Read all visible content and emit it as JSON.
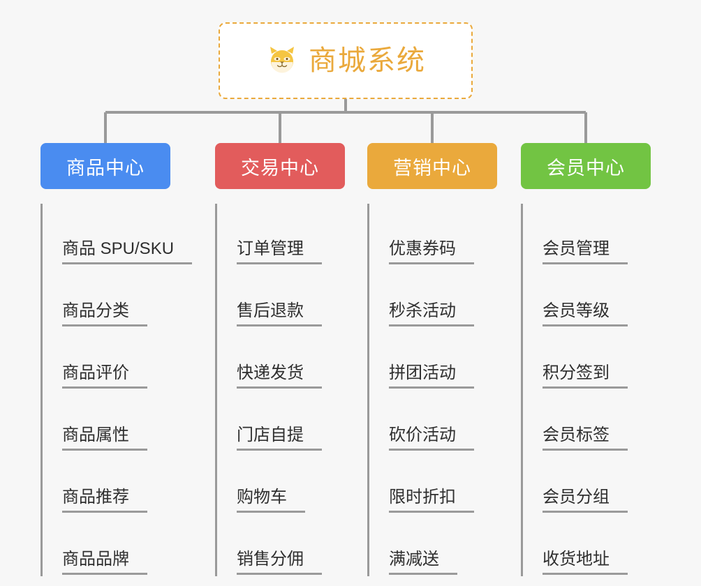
{
  "diagram": {
    "type": "org-chart",
    "background_color": "#f7f7f7",
    "root": {
      "icon": "shiba-dog-face-icon",
      "icon_glyph": "🐶",
      "title": "商城系统",
      "text_color": "#eaa93c",
      "border_color": "#eaa93c",
      "border_style": "dashed",
      "background_color": "#ffffff"
    },
    "connector_color": "#9a9a9a",
    "branches": [
      {
        "id": "product-center",
        "label": "商品中心",
        "color": "#4a8cf0",
        "items": [
          "商品 SPU/SKU",
          "商品分类",
          "商品评价",
          "商品属性",
          "商品推荐",
          "商品品牌"
        ]
      },
      {
        "id": "trade-center",
        "label": "交易中心",
        "color": "#e25c5c",
        "items": [
          "订单管理",
          "售后退款",
          "快递发货",
          "门店自提",
          "购物车",
          "销售分佣"
        ]
      },
      {
        "id": "marketing-center",
        "label": "营销中心",
        "color": "#eaa93c",
        "items": [
          "优惠券码",
          "秒杀活动",
          "拼团活动",
          "砍价活动",
          "限时折扣",
          "满减送"
        ]
      },
      {
        "id": "member-center",
        "label": "会员中心",
        "color": "#72c443",
        "items": [
          "会员管理",
          "会员等级",
          "积分签到",
          "会员标签",
          "会员分组",
          "收货地址"
        ]
      }
    ]
  }
}
